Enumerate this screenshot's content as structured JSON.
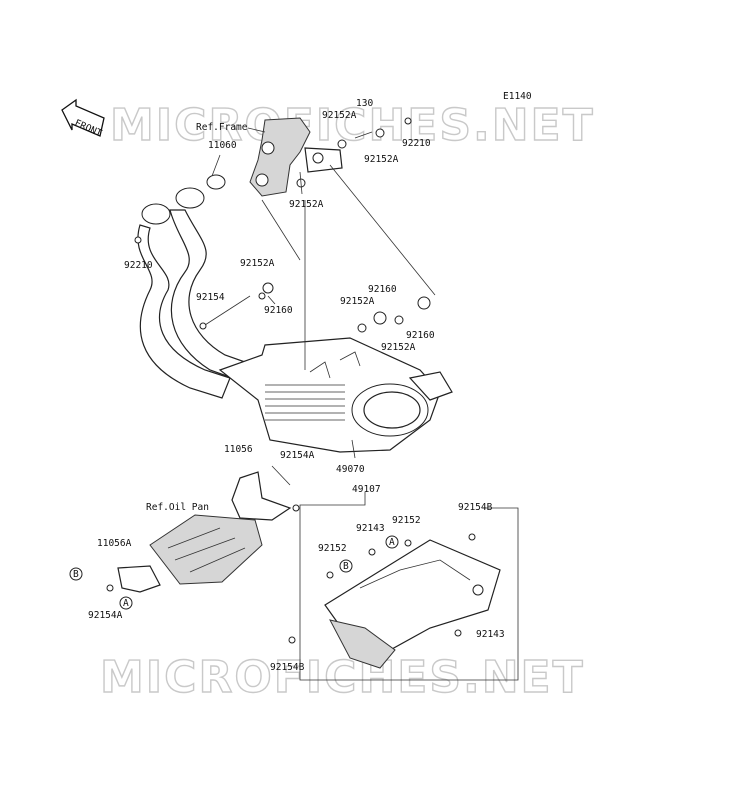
{
  "diagram_code": "E1140",
  "front_label": "FRONT",
  "watermark": "MICROFICHES.NET",
  "refs": {
    "frame": "Ref.Frame",
    "oil_pan": "Ref.Oil Pan"
  },
  "callouts": {
    "a": "A",
    "b": "B"
  },
  "parts": {
    "p130": "130",
    "p92152A_top": "92152A",
    "p92152A_top2": "92152A",
    "p92210_top": "92210",
    "p11060": "11060",
    "p92152A_mid": "92152A",
    "p92210_left": "92210",
    "p92152A_left": "92152A",
    "p92154": "92154",
    "p92160_left": "92160",
    "p92160_right": "92160",
    "p92152A_right": "92152A",
    "p92160_far": "92160",
    "p92152A_bot": "92152A",
    "p11056": "11056",
    "p92154A_top": "92154A",
    "p49070": "49070",
    "p49107": "49107",
    "p92154B_top": "92154B",
    "p92143_top": "92143",
    "p92152_r": "92152",
    "p92152_l": "92152",
    "p11056A": "11056A",
    "p92154A_bot": "92154A",
    "p92143_bot": "92143",
    "p92154B_bot": "92154B"
  }
}
